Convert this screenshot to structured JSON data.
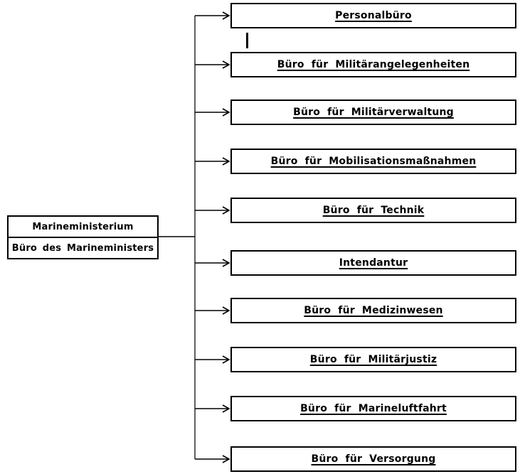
{
  "diagram": {
    "kind": "org-chart"
  },
  "root_box": {
    "title": "Marineministerium",
    "subtitle": "Büro des Marineministers"
  },
  "departments": [
    {
      "label": "Personalbüro"
    },
    {
      "label": "Büro für Militärangelegenheiten"
    },
    {
      "label": "Büro für Militärverwaltung"
    },
    {
      "label": "Büro für Mobilisationsmaßnahmen"
    },
    {
      "label": "Büro für Technik"
    },
    {
      "label": "Intendantur"
    },
    {
      "label": "Büro für Medizinwesen"
    },
    {
      "label": "Büro für Militärjustiz"
    },
    {
      "label": "Büro für Marineluftfahrt"
    },
    {
      "label": "Büro für Versorgung"
    }
  ],
  "stray_mark": "|",
  "colors": {
    "background": "#ffffff",
    "box_border": "#000000",
    "text": "#000000",
    "branch_line": "#000000",
    "trunk_line": "#606060"
  }
}
